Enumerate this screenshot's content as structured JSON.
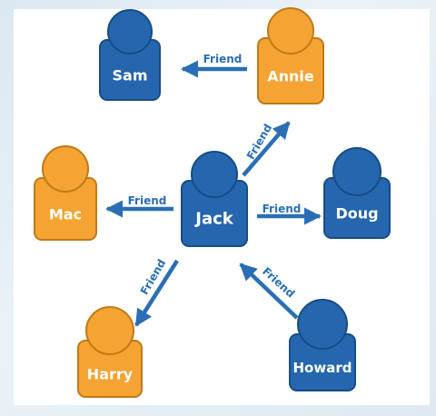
{
  "colors": {
    "blue_fill": "#2566ae",
    "blue_stroke": "#164d85",
    "orange_fill": "#f5a332",
    "orange_stroke": "#c07a16",
    "arrow": "#2a6fb5"
  },
  "nodes": [
    {
      "id": "sam",
      "label": "Sam",
      "color": "blue"
    },
    {
      "id": "annie",
      "label": "Annie",
      "color": "orange"
    },
    {
      "id": "mac",
      "label": "Mac",
      "color": "orange"
    },
    {
      "id": "jack",
      "label": "Jack",
      "color": "blue"
    },
    {
      "id": "doug",
      "label": "Doug",
      "color": "blue"
    },
    {
      "id": "harry",
      "label": "Harry",
      "color": "orange"
    },
    {
      "id": "howard",
      "label": "Howard",
      "color": "blue"
    }
  ],
  "edges": [
    {
      "from": "annie",
      "to": "sam",
      "label": "Friend"
    },
    {
      "from": "jack",
      "to": "annie",
      "label": "Friend"
    },
    {
      "from": "jack",
      "to": "mac",
      "label": "Friend"
    },
    {
      "from": "jack",
      "to": "doug",
      "label": "Friend"
    },
    {
      "from": "jack",
      "to": "harry",
      "label": "Friend"
    },
    {
      "from": "howard",
      "to": "jack",
      "label": "Friend"
    }
  ]
}
